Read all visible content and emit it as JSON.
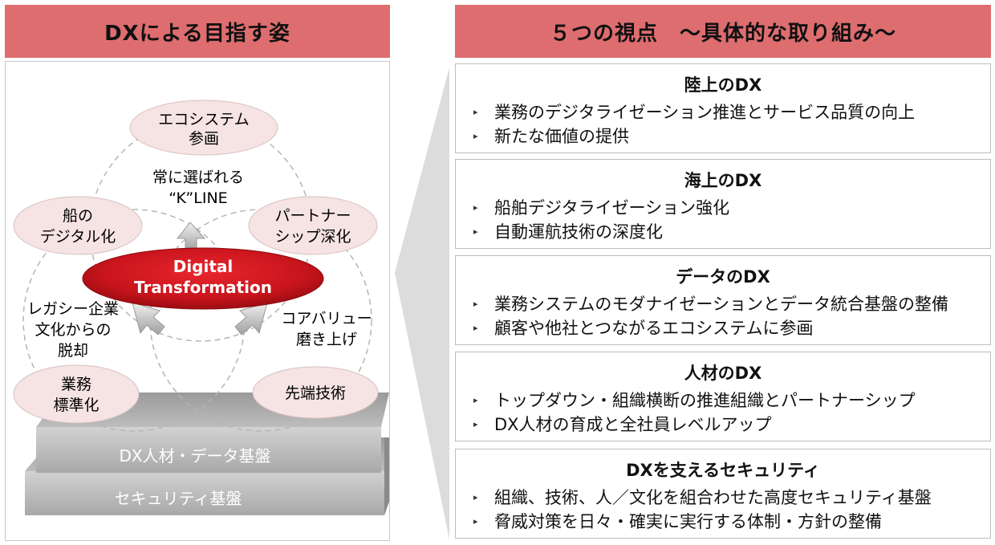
{
  "left": {
    "title": "DXによる目指す姿",
    "center_line1": "Digital",
    "center_line2": "Transformation",
    "top_text_line1": "常に選ばれる",
    "top_text_line2": "“K”LINE",
    "nodes": [
      {
        "line1": "エコシステム",
        "line2": "参画"
      },
      {
        "line1": "船の",
        "line2": "デジタル化"
      },
      {
        "line1": "パートナー",
        "line2": "シップ深化"
      },
      {
        "line1": "業務",
        "line2": "標準化"
      },
      {
        "line1": "先端技術",
        "line2": ""
      }
    ],
    "left_text": [
      "レガシー企業",
      "文化からの",
      "脱却"
    ],
    "right_text": [
      "コアバリュー",
      "磨き上げ"
    ],
    "base_top": "DX人材・データ基盤",
    "base_bottom": "セキュリティ基盤"
  },
  "right": {
    "title": "５つの視点　～具体的な取り組み～",
    "cards": [
      {
        "title": "陸上のDX",
        "bullets": [
          "業務のデジタライゼーション推進とサービス品質の向上",
          "新たな価値の提供"
        ]
      },
      {
        "title": "海上のDX",
        "bullets": [
          "船舶デジタライゼーション強化",
          "自動運航技術の深度化"
        ]
      },
      {
        "title": "データのDX",
        "bullets": [
          "業務システムのモダナイゼーションとデータ統合基盤の整備",
          "顧客や他社とつながるエコシステムに参画"
        ]
      },
      {
        "title": "人材のDX",
        "bullets": [
          "トップダウン・組織横断の推進組織とパートナーシップ",
          "DX人材の育成と全社員レベルアップ"
        ]
      },
      {
        "title": "DXを支えるセキュリティ",
        "bullets": [
          "組織、技術、人／文化を組合わせた高度セキュリティ基盤",
          "脅威対策を日々・確実に実行する体制・方針の整備"
        ]
      }
    ]
  },
  "colors": {
    "header_bg": "#de6d6f",
    "node_fill": "#f6e3e3",
    "center_red": "#c8141c",
    "base_gray": "#9c9c9c"
  }
}
